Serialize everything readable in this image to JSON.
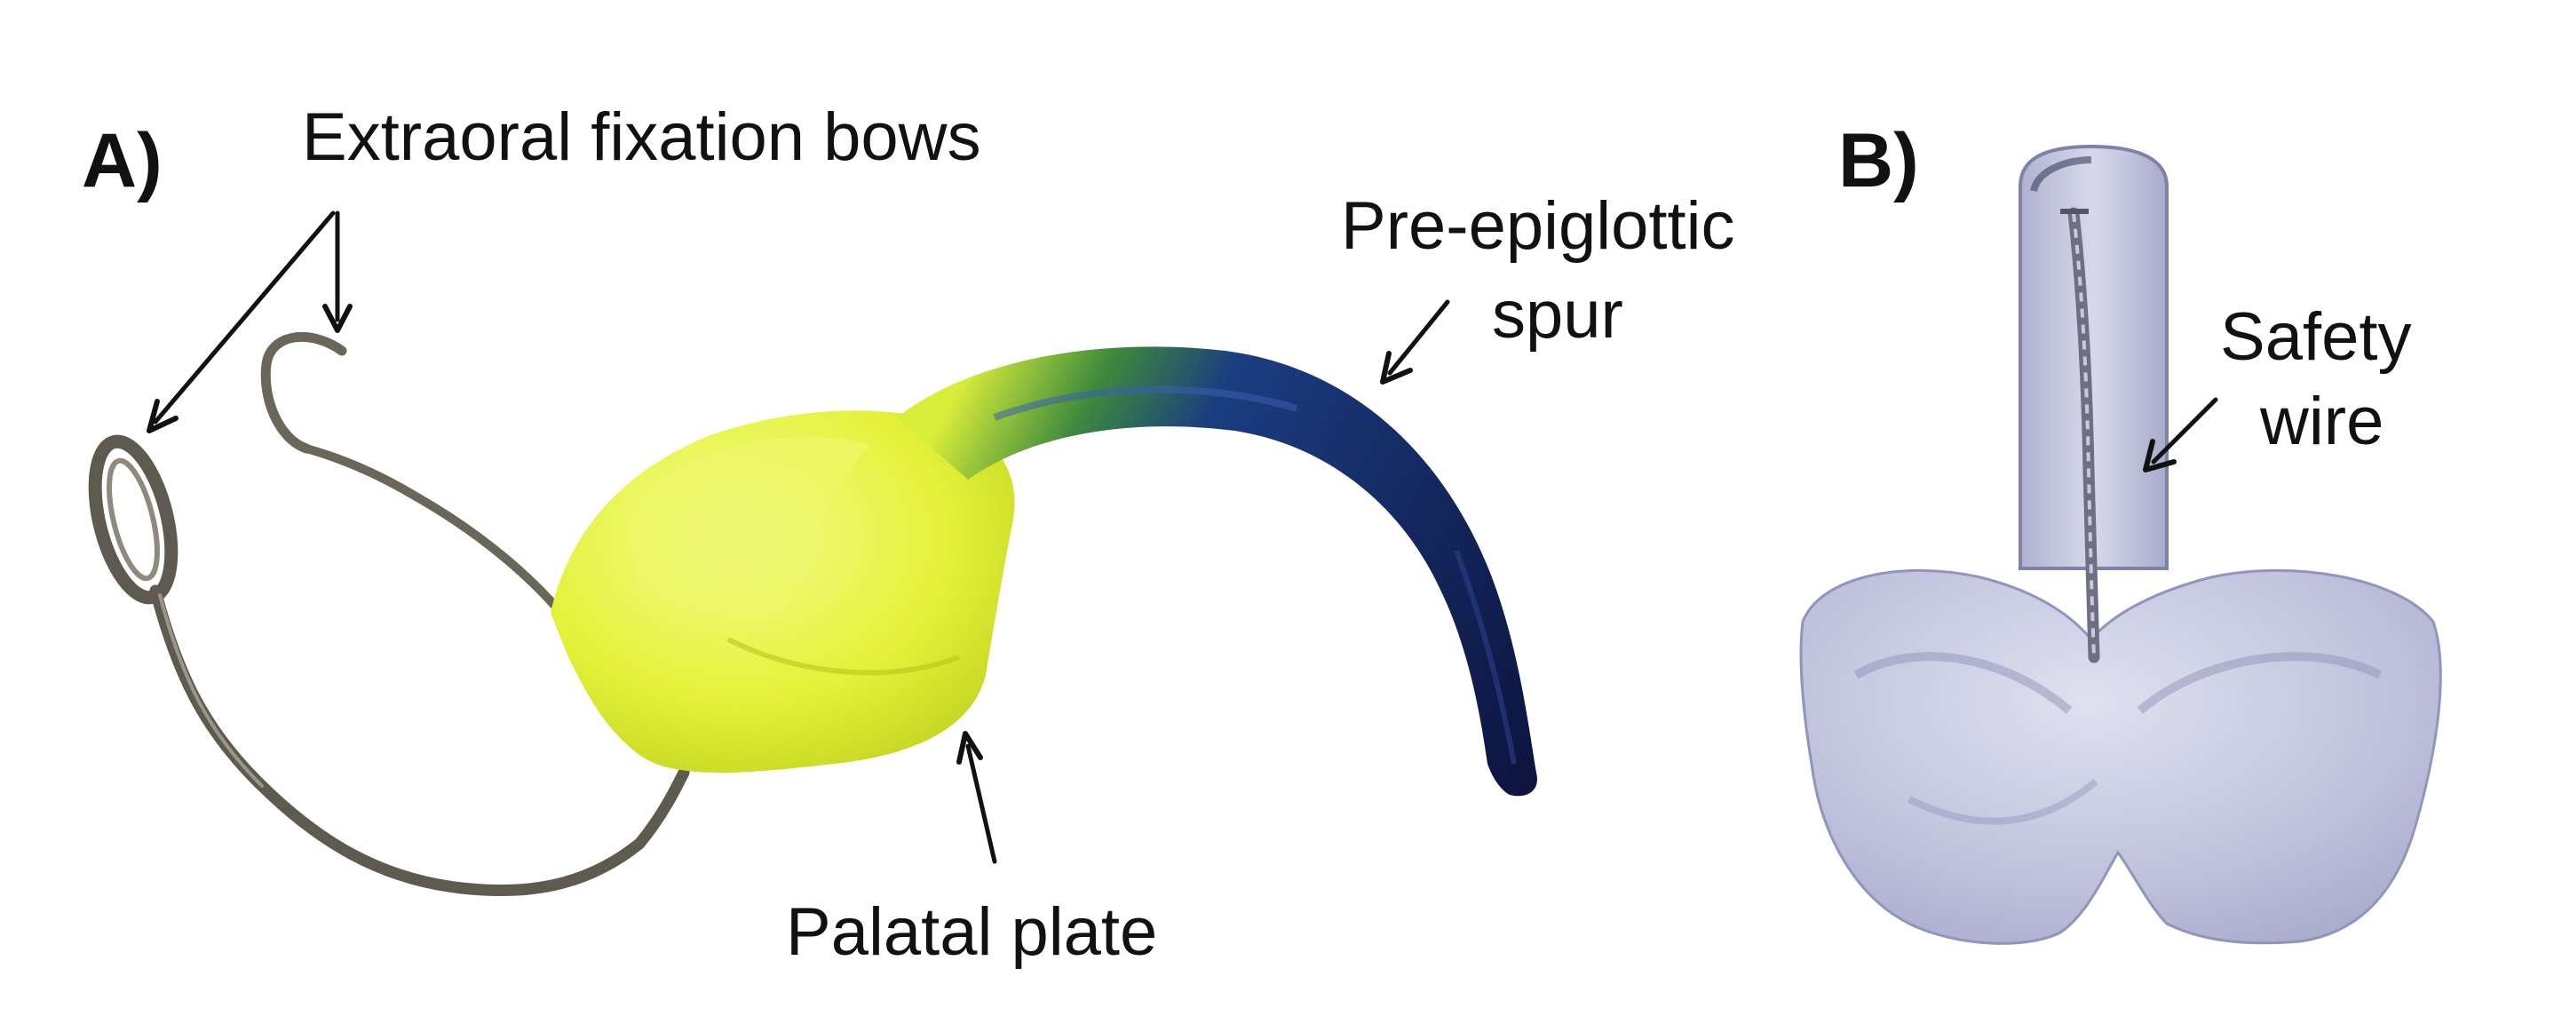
{
  "panels": {
    "a": {
      "label": "A)",
      "annotations": {
        "fixation_bows": "Extraoral fixation bows",
        "spur_line1": "Pre-epiglottic",
        "spur_line2": "spur",
        "plate": "Palatal plate"
      }
    },
    "b": {
      "label": "B)",
      "annotations": {
        "wire_line1": "Safety",
        "wire_line2": "wire"
      }
    }
  },
  "colors": {
    "plate_yellow": "#e4f23a",
    "spur_blue": "#1b2f7a",
    "spur_dark": "#0d1540",
    "wire_metal": "#5e5a50",
    "device_b": "#b7bbd6",
    "text": "#111111"
  }
}
